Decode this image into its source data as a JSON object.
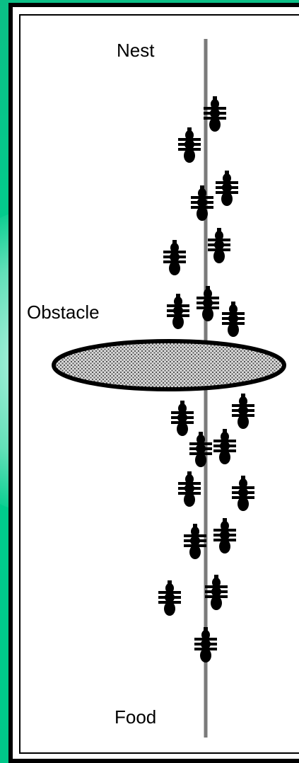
{
  "diagram": {
    "labels": {
      "nest": "Nest",
      "obstacle": "Obstacle",
      "food": "Food"
    },
    "colors": {
      "background_teal": "#00d08f",
      "path_line": "#7a7a7a",
      "ant": "#000000",
      "obstacle_fill": "#9a9a9a"
    }
  }
}
